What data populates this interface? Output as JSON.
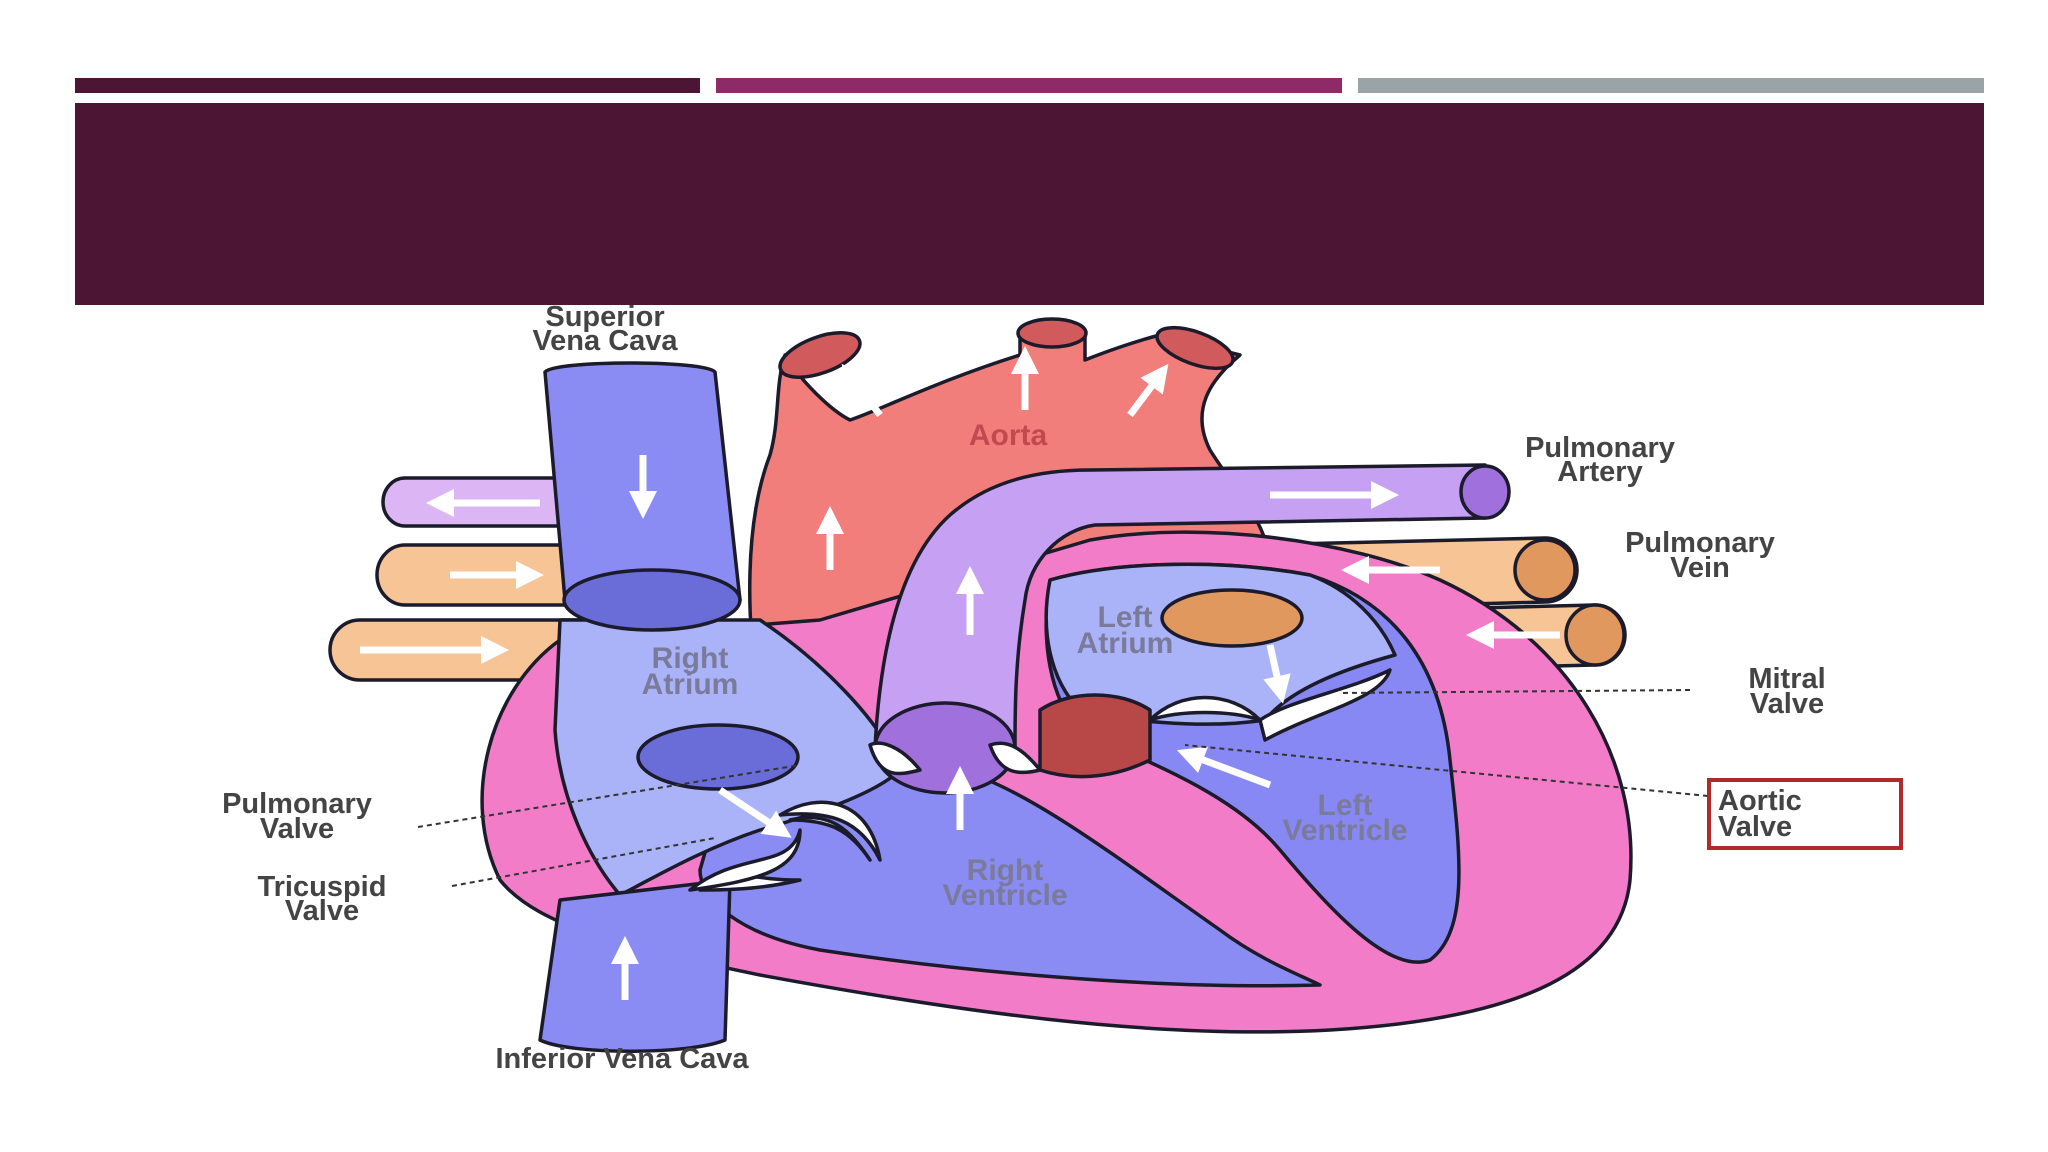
{
  "slide": {
    "accent_colors": [
      "#4c1533",
      "#8e2b66",
      "#9aa3a6"
    ],
    "title_band_color": "#4c1533"
  },
  "diagram": {
    "labels": {
      "superior_vena_cava": [
        "Superior",
        "Vena Cava"
      ],
      "aorta": "Aorta",
      "pulmonary_artery": [
        "Pulmonary",
        "Artery"
      ],
      "pulmonary_vein": [
        "Pulmonary",
        "Vein"
      ],
      "left_atrium": [
        "Left",
        "Atrium"
      ],
      "right_atrium": [
        "Right",
        "Atrium"
      ],
      "mitral_valve": [
        "Mitral",
        "Valve"
      ],
      "aortic_valve": [
        "Aortic",
        "Valve"
      ],
      "left_ventricle": [
        "Left",
        "Ventricle"
      ],
      "right_ventricle": [
        "Right",
        "Ventricle"
      ],
      "pulmonary_valve": [
        "Pulmonary",
        "Valve"
      ],
      "tricuspid_valve": [
        "Tricuspid",
        "Valve"
      ],
      "inferior_vena_cava": "Inferior Vena Cava"
    },
    "colors": {
      "deoxygenated": "#8a8cf4",
      "oxygenated_aorta": "#f27e7c",
      "pulmonary_artery": "#c6a0f2",
      "pulmonary_vein": "#f6c495",
      "heart_wall": "#f27cc8",
      "highlight_box": "#b02a2a"
    }
  }
}
